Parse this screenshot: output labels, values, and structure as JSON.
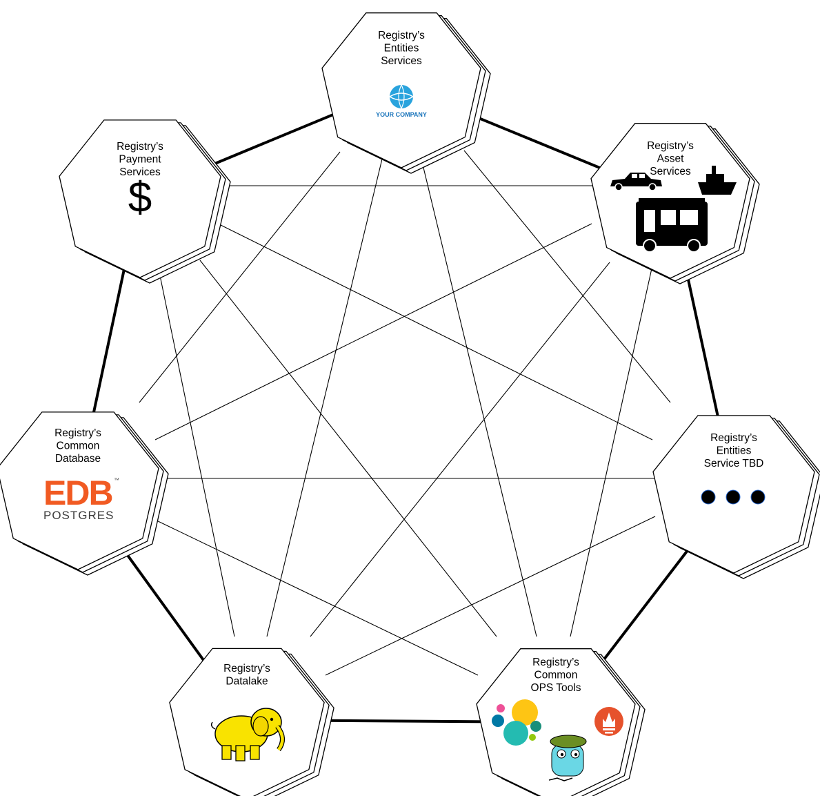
{
  "nodes": [
    {
      "id": "entities",
      "lines": [
        "Registry’s",
        "Entities",
        "Services"
      ],
      "icon": "your-company-logo"
    },
    {
      "id": "payment",
      "lines": [
        "Registry’s",
        "Payment",
        "Services"
      ],
      "icon": "dollar-sign-icon"
    },
    {
      "id": "asset",
      "lines": [
        "Registry’s",
        "Asset",
        "Services"
      ],
      "icon": "vehicles-icon"
    },
    {
      "id": "database",
      "lines": [
        "Registry’s",
        "Common",
        "Database"
      ],
      "icon": "edb-postgres-logo"
    },
    {
      "id": "entities_tbd",
      "lines": [
        "Registry’s",
        "Entities",
        "Service TBD"
      ],
      "icon": "ellipsis-dots-icon"
    },
    {
      "id": "datalake",
      "lines": [
        "Registry’s",
        "Datalake"
      ],
      "icon": "hadoop-elephant-icon"
    },
    {
      "id": "ops",
      "lines": [
        "Registry’s",
        "Common",
        "OPS Tools"
      ],
      "icon": "ops-tools-logos"
    }
  ],
  "logos": {
    "company": "YOUR COMPANY",
    "dollar": "$",
    "edb": "EDB",
    "postgres": "POSTGRES",
    "edb_tm": "™"
  },
  "colors": {
    "company_blue": "#29a3dd",
    "edb_orange": "#f15a22",
    "edb_dark": "#3b3b3b",
    "elastic_yellow": "#fec514",
    "elastic_teal": "#24bbb1",
    "elastic_pink": "#ee5097",
    "elastic_blue": "#0079a5",
    "prometheus_orange": "#e6522c",
    "hadoop_yellow": "#f9e300",
    "gopher_blue": "#6ad7e5"
  }
}
